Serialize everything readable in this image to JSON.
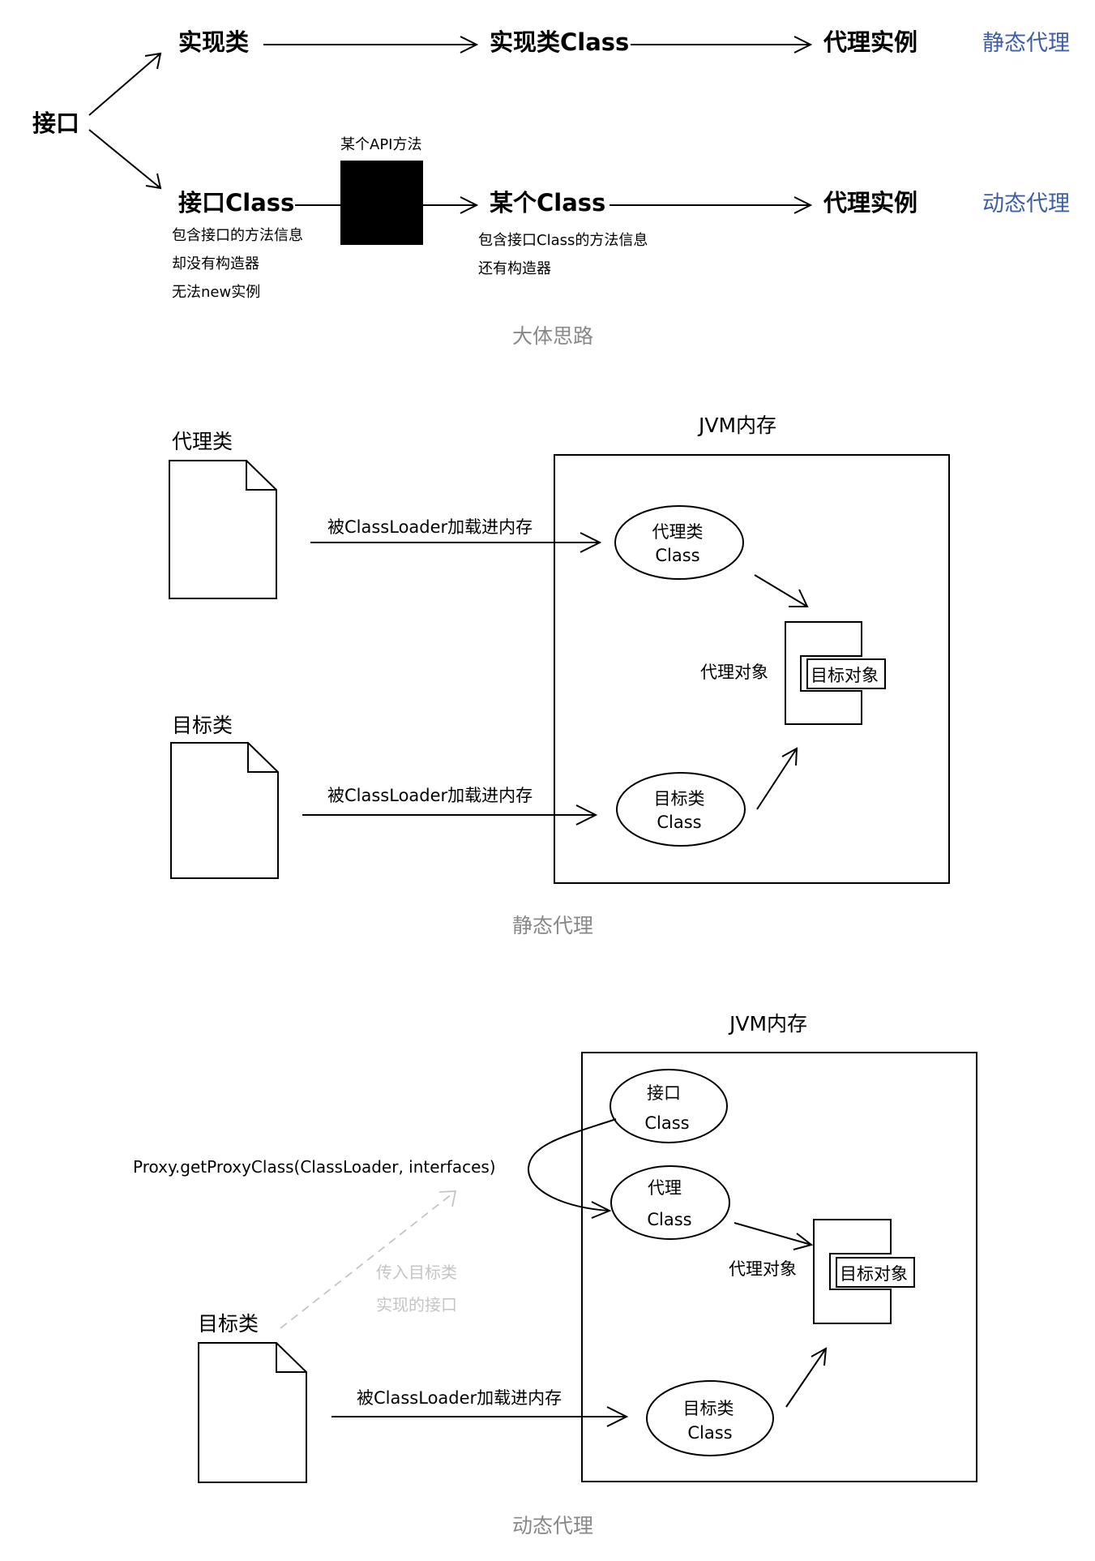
{
  "top_diagram": {
    "interface": "接口",
    "static_row": {
      "impl_class": "实现类",
      "impl_class_obj": "实现类Class",
      "proxy_instance": "代理实例",
      "tag": "静态代理"
    },
    "dynamic_row": {
      "interface_class": "接口Class",
      "interface_notes": [
        "包含接口的方法信息",
        "却没有构造器",
        "无法new实例"
      ],
      "api_label": "某个API方法",
      "some_class": "某个Class",
      "some_class_notes": [
        "包含接口Class的方法信息",
        "还有构造器"
      ],
      "proxy_instance": "代理实例",
      "tag": "动态代理"
    },
    "caption": "大体思路"
  },
  "static_diagram": {
    "proxy_file": "代理类",
    "target_file": "目标类",
    "load_label_1": "被ClassLoader加载进内存",
    "load_label_2": "被ClassLoader加载进内存",
    "jvm_label": "JVM内存",
    "proxy_class_ellipse": [
      "代理类",
      "Class"
    ],
    "target_class_ellipse": [
      "目标类",
      "Class"
    ],
    "proxy_object": "代理对象",
    "target_object": "目标对象",
    "caption": "静态代理"
  },
  "dynamic_diagram": {
    "jvm_label": "JVM内存",
    "interface_ellipse": [
      "接口",
      "Class"
    ],
    "proxy_ellipse": [
      "代理",
      "Class"
    ],
    "api_call": "Proxy.getProxyClass(ClassLoader, interfaces)",
    "pass_label": [
      "传入目标类",
      "实现的接口"
    ],
    "target_file": "目标类",
    "load_label": "被ClassLoader加载进内存",
    "target_class_ellipse": [
      "目标类",
      "Class"
    ],
    "proxy_object": "代理对象",
    "target_object": "目标对象",
    "caption": "动态代理"
  },
  "colors": {
    "tag": "#3f5ea8",
    "caption": "#888888",
    "faded": "#c4c4c4"
  }
}
